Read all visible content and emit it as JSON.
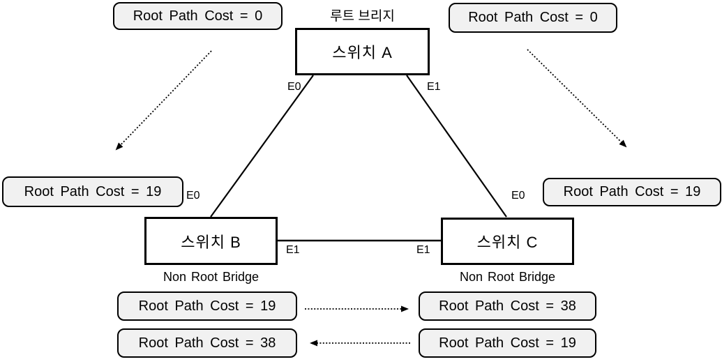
{
  "diagram": {
    "type": "spanning-tree-topology",
    "nodes": {
      "switch_a": {
        "label": "스위치 A",
        "caption": "루트 브리지"
      },
      "switch_b": {
        "label": "스위치 B",
        "caption": "Non Root Bridge"
      },
      "switch_c": {
        "label": "스위치 C",
        "caption": "Non Root Bridge"
      }
    },
    "ports": {
      "a_e0": "E0",
      "a_e1": "E1",
      "b_e0": "E0",
      "b_e1": "E1",
      "c_e0": "E0",
      "c_e1": "E1"
    },
    "cost_labels": {
      "top_left": "Root Path Cost = 0",
      "top_right": "Root Path Cost = 0",
      "mid_left": "Root Path Cost = 19",
      "mid_right": "Root Path Cost = 19",
      "bottom_left_row1": "Root Path Cost = 19",
      "bottom_left_row2": "Root Path Cost = 38",
      "bottom_right_row1": "Root Path Cost = 38",
      "bottom_right_row2": "Root Path Cost = 19"
    },
    "links": [
      {
        "from": "switch_a",
        "from_port": "E0",
        "to": "switch_b",
        "to_port": "E0",
        "style": "solid"
      },
      {
        "from": "switch_a",
        "from_port": "E1",
        "to": "switch_c",
        "to_port": "E0",
        "style": "solid"
      },
      {
        "from": "switch_b",
        "from_port": "E1",
        "to": "switch_c",
        "to_port": "E1",
        "style": "solid"
      }
    ],
    "bpdu_arrows": [
      {
        "direction": "from A toward B (down-left)",
        "style": "dotted"
      },
      {
        "direction": "from A toward C (down-right)",
        "style": "dotted"
      },
      {
        "direction": "from B cost 19 toward C cost 38 (right)",
        "style": "dotted"
      },
      {
        "direction": "from C cost 19 toward B cost 38 (left)",
        "style": "dotted"
      }
    ],
    "colors": {
      "background": "#ffffff",
      "badge_fill": "#f1f1f1",
      "badge_border": "#000000",
      "switch_fill": "#ffffff",
      "switch_border": "#000000",
      "line": "#000000",
      "text": "#000000"
    }
  }
}
